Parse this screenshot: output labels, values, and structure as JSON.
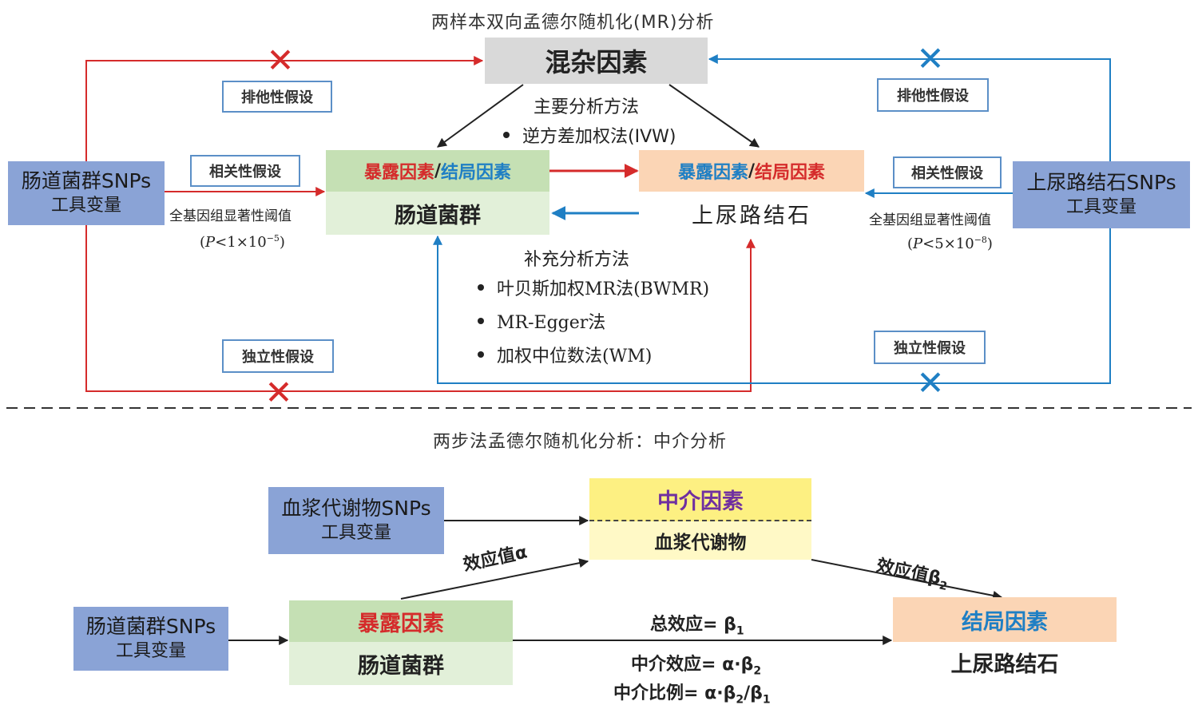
{
  "top": {
    "title": "两样本双向孟德尔随机化(MR)分析",
    "confounder": "混杂因素",
    "main_method_heading": "主要分析方法",
    "main_methods": [
      "逆方差加权法(IVW)"
    ],
    "supp_method_heading": "补充分析方法",
    "supp_methods": [
      "叶贝斯加权MR法(BWMR)",
      "MR-Egger法",
      "加权中位数法(WM)"
    ],
    "left_instrument": {
      "line1": "肠道菌群SNPs",
      "line2": "工具变量"
    },
    "right_instrument": {
      "line1": "上尿路结石SNPs",
      "line2": "工具变量"
    },
    "gut_box": {
      "exposure": "暴露因素",
      "slash": "/",
      "outcome": "结局因素",
      "name": "肠道菌群"
    },
    "stone_box": {
      "exposure": "暴露因素",
      "slash": "/",
      "outcome": "结局因素",
      "name": "上尿路结石"
    },
    "assumptions": {
      "exclusion": "排他性假设",
      "relevance": "相关性假设",
      "independence": "独立性假设"
    },
    "left_threshold": {
      "label": "全基因组显著性阈值",
      "p": "P",
      "lt": "<1×10",
      "exp": "−5"
    },
    "right_threshold": {
      "label": "全基因组显著性阈值",
      "p": "P",
      "lt": "<5×10",
      "exp": "−8"
    },
    "cross_glyph": "✕"
  },
  "bottom": {
    "title": "两步法孟德尔随机化分析：中介分析",
    "plasma_instrument": {
      "line1": "血浆代谢物SNPs",
      "line2": "工具变量"
    },
    "gut_instrument": {
      "line1": "肠道菌群SNPs",
      "line2": "工具变量"
    },
    "mediator": {
      "header": "中介因素",
      "name": "血浆代谢物"
    },
    "exposure": {
      "header": "暴露因素",
      "name": "肠道菌群"
    },
    "outcome": {
      "header": "结局因素",
      "name": "上尿路结石"
    },
    "effect_alpha": "效应值α",
    "effect_beta2": {
      "text": "效应值β",
      "sub": "2"
    },
    "total_effect": {
      "text": "总效应= β",
      "sub": "1"
    },
    "mediation_effect": {
      "text": "中介效应= α·β",
      "sub": "2"
    },
    "mediation_ratio": {
      "text": "中介比例= α·β",
      "sub1": "2",
      "mid": "/β",
      "sub2": "1"
    }
  },
  "colors": {
    "red": "#d52b2b",
    "blue": "#1f7fc4",
    "purple": "#7030a0"
  }
}
